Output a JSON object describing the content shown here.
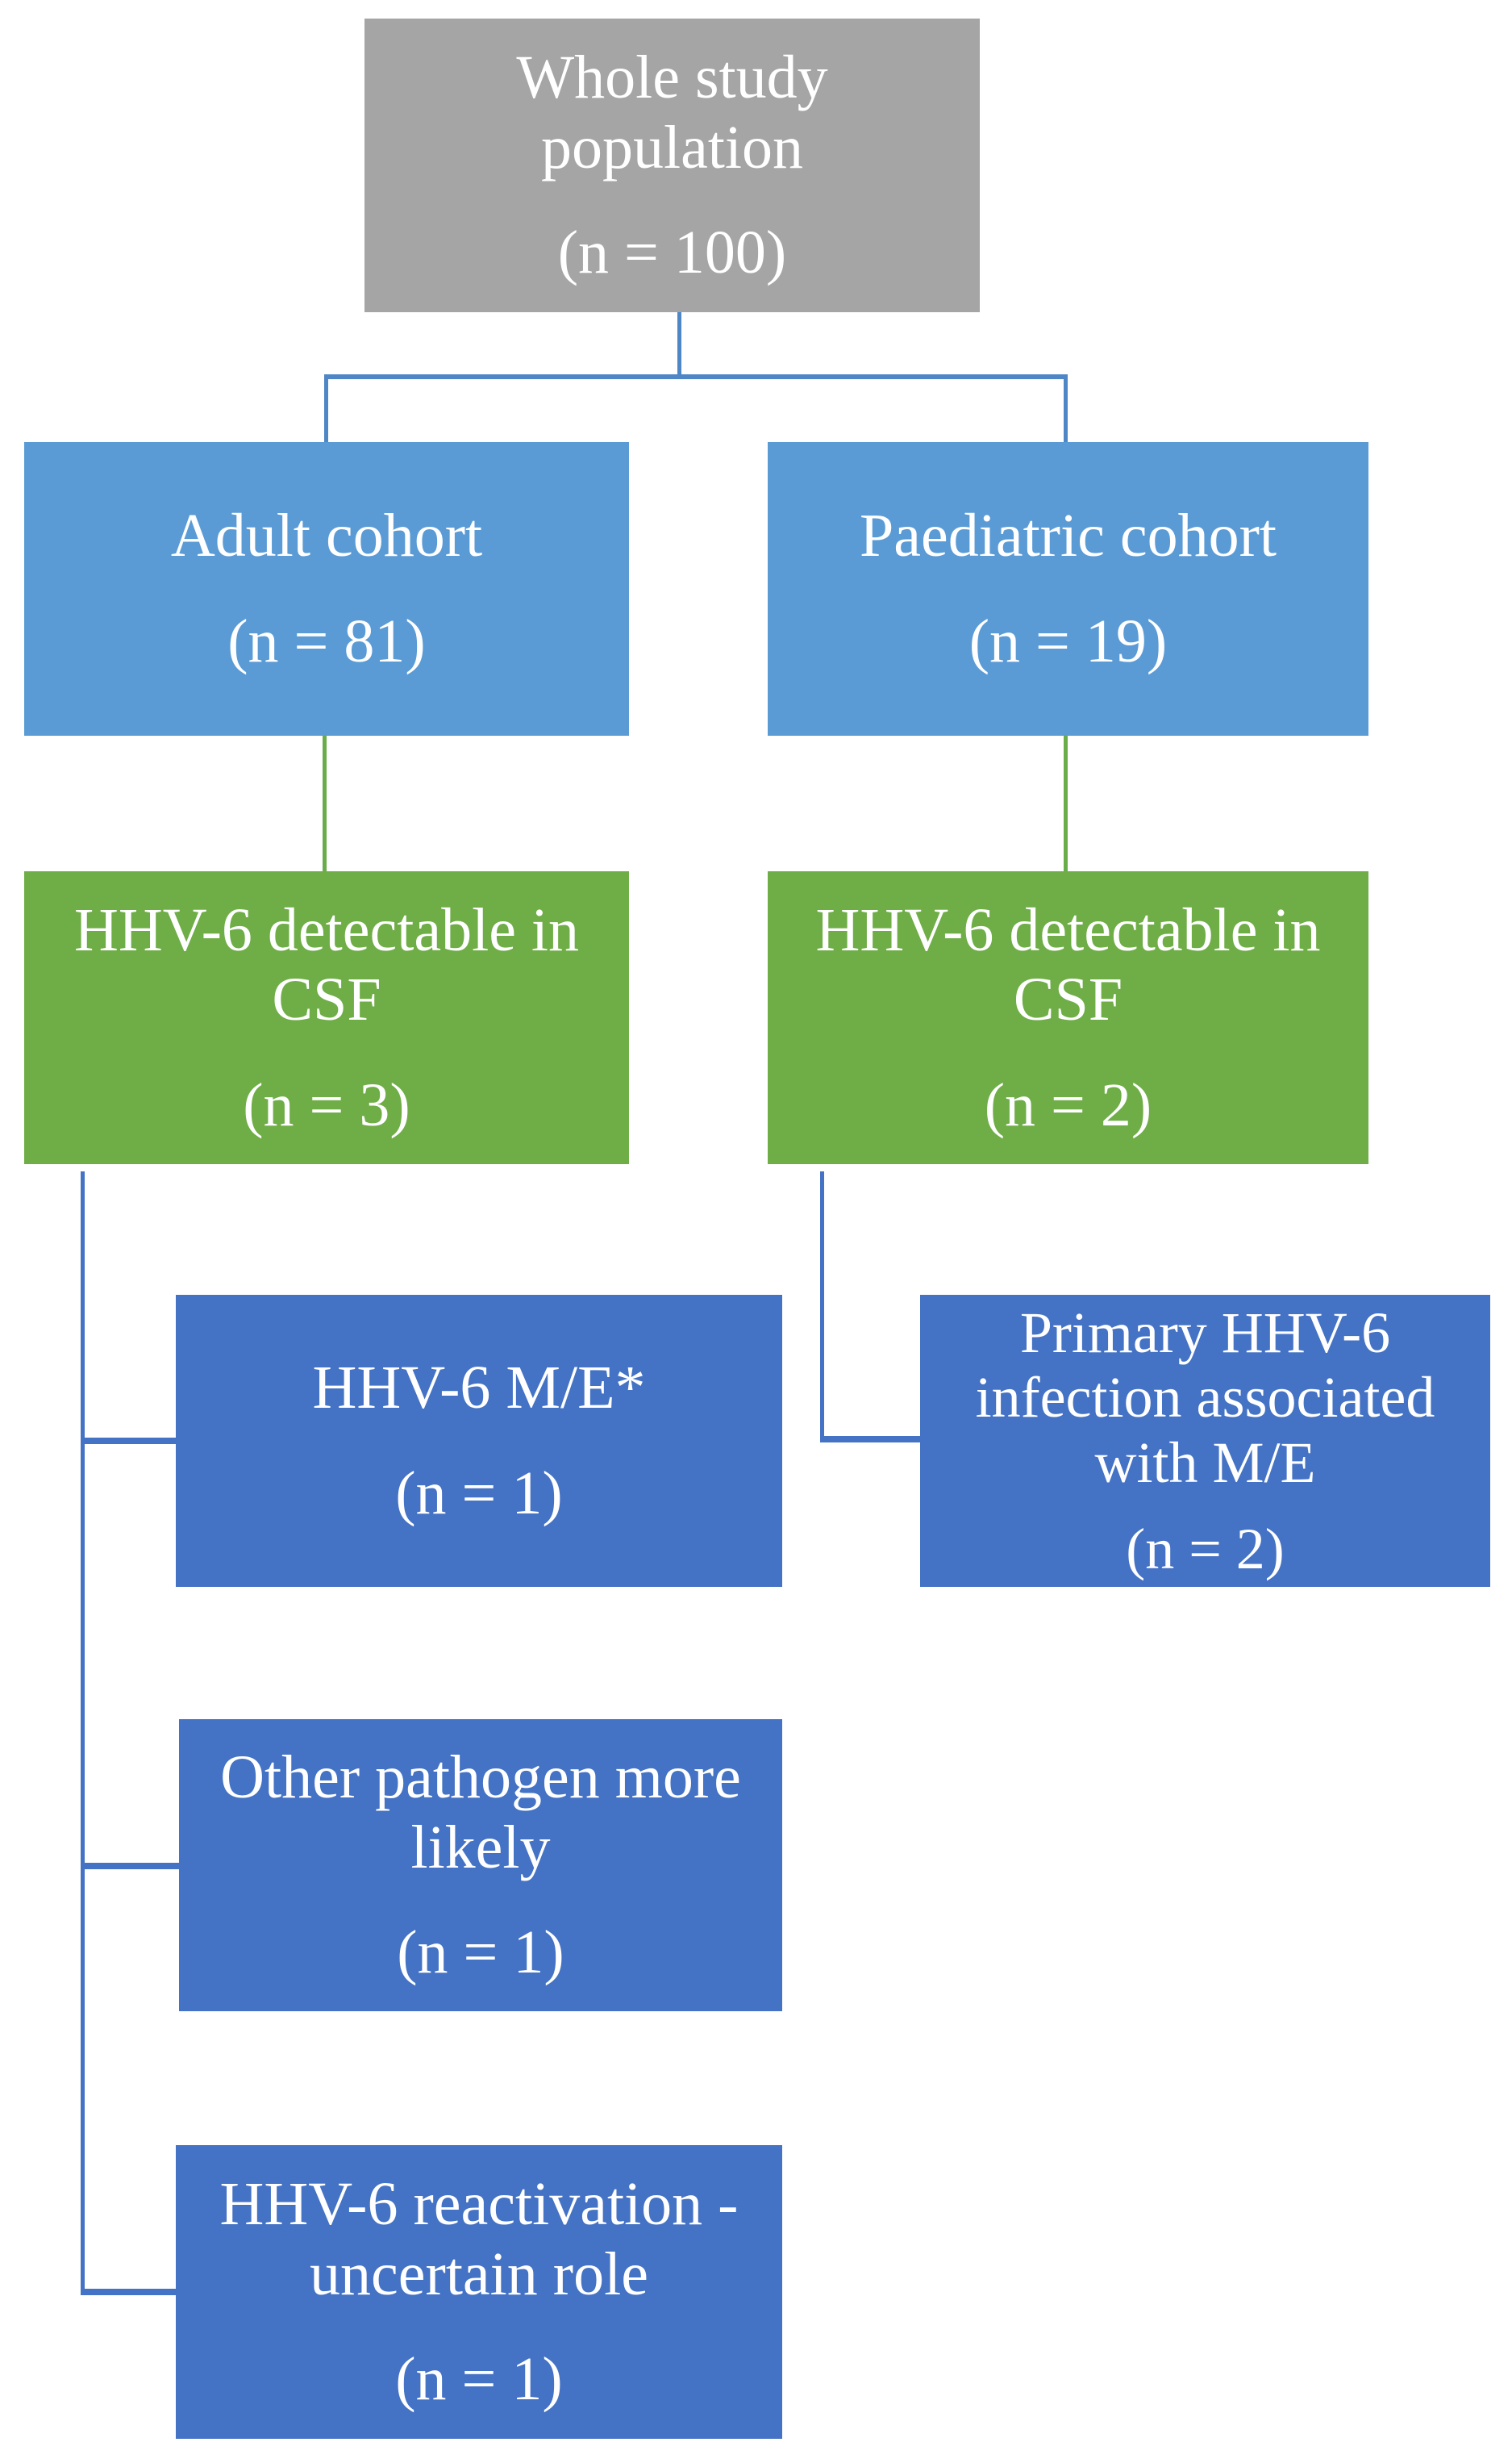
{
  "colors": {
    "background": "#FFFFFF",
    "text": "#FFFFFF",
    "gray": "#A5A5A5",
    "cohort_blue": "#5B9BD5",
    "green": "#6FAD47",
    "dark_blue": "#4472C4",
    "connector_blue": "#4E86C6",
    "connector_green": "#69AC4A",
    "connector_dark_blue": "#4472C4"
  },
  "nodes": {
    "whole": {
      "label": "Whole study\npopulation",
      "count": "(n = 100)"
    },
    "adult": {
      "label": "Adult cohort",
      "count": "(n = 81)"
    },
    "paediatric": {
      "label": "Paediatric cohort",
      "count": "(n = 19)"
    },
    "adult_csf": {
      "label": "HHV-6 detectable in\nCSF",
      "count": "(n = 3)"
    },
    "paediatric_csf": {
      "label": "HHV-6 detectable in\nCSF",
      "count": "(n = 2)"
    },
    "me": {
      "label": "HHV-6 M/E*",
      "count": "(n = 1)"
    },
    "primary": {
      "label": "Primary HHV-6\ninfection associated\nwith M/E",
      "count": "(n = 2)"
    },
    "other": {
      "label": "Other pathogen more\nlikely",
      "count": "(n = 1)"
    },
    "reactivation": {
      "label": "HHV-6 reactivation -\nuncertain role",
      "count": "(n = 1)"
    }
  }
}
